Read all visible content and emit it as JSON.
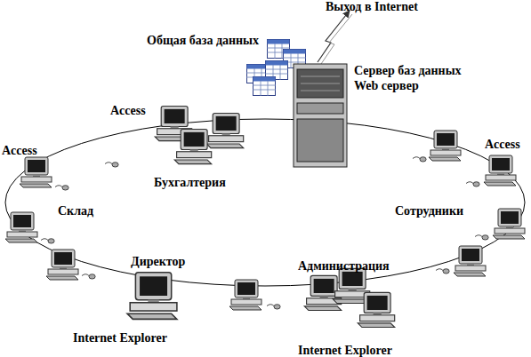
{
  "diagram": {
    "labels": [
      "Выход в Internet",
      "Общая база данных",
      "Сервер баз данных Web сервер",
      "Access",
      "Access",
      "Бухгалтерия",
      "Склад",
      "Сотрудники",
      "Access",
      "Директор",
      "Администрация",
      "Internet Explorer",
      "Internet Explorer"
    ]
  }
}
